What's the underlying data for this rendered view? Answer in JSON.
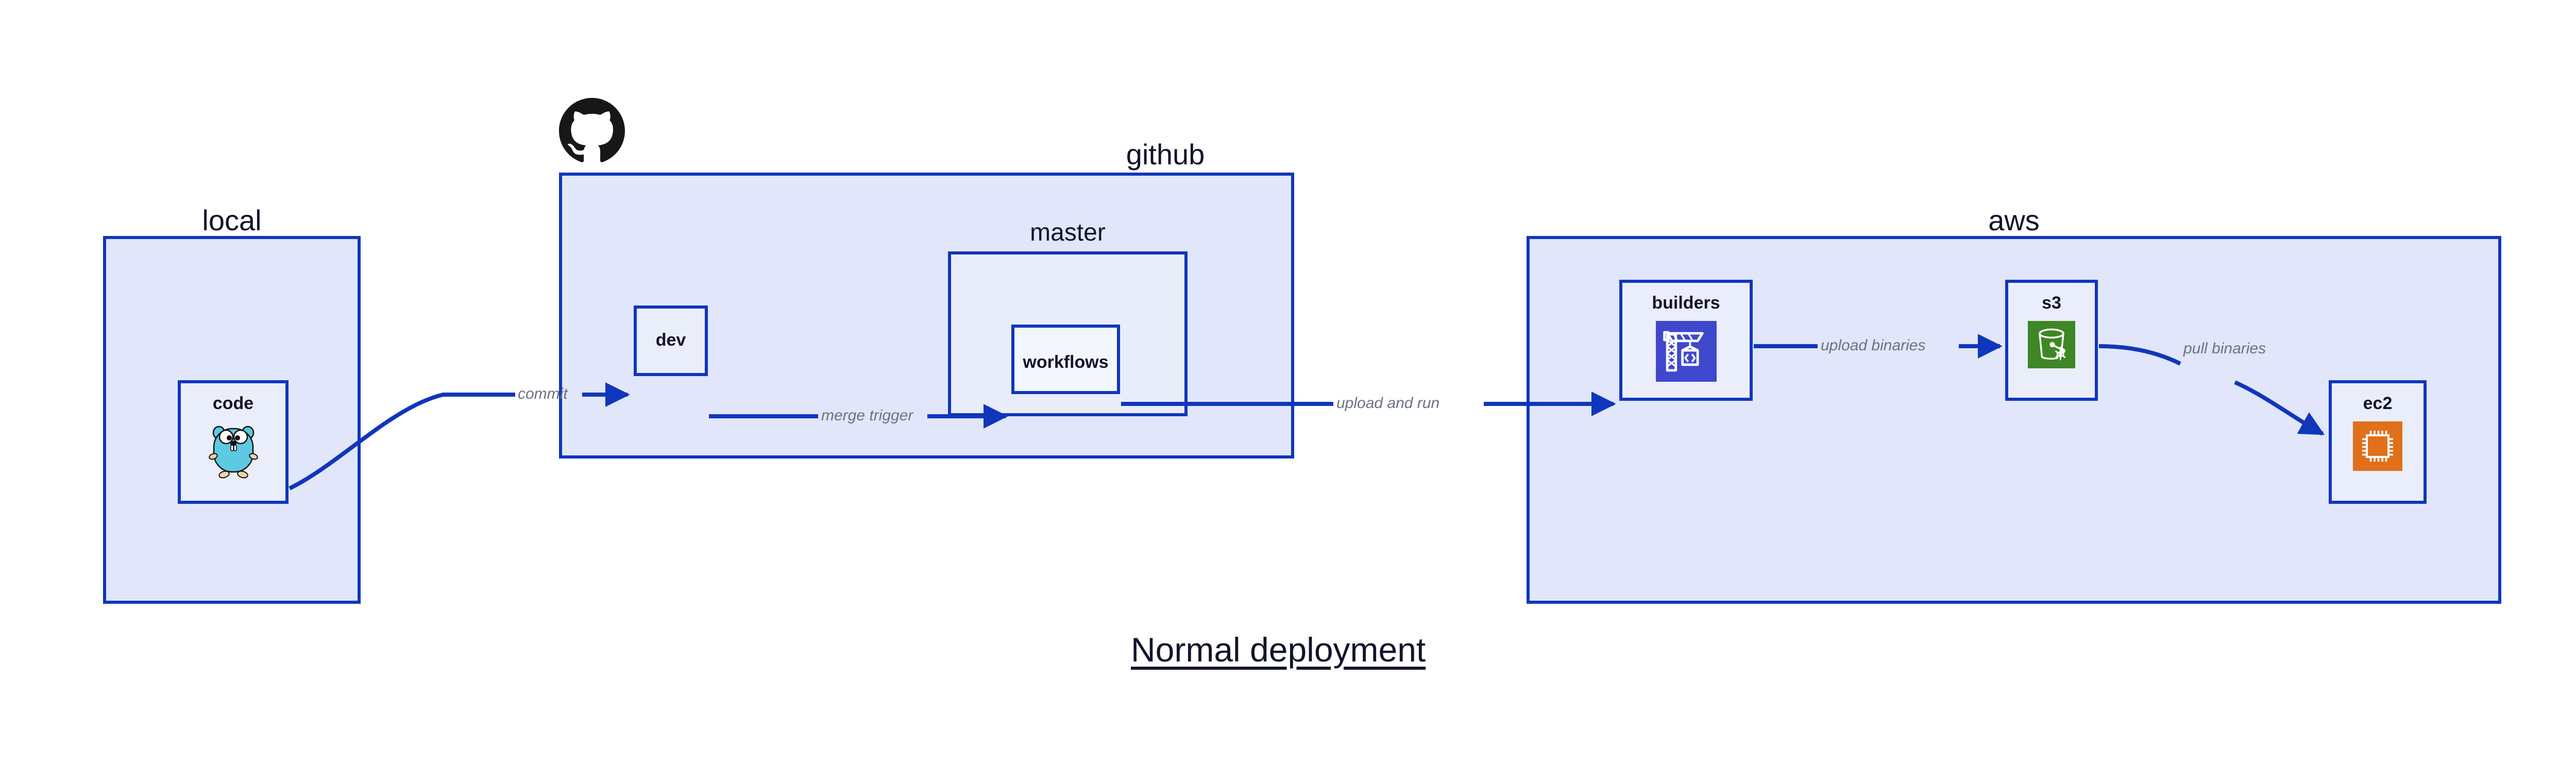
{
  "caption": "Normal deployment",
  "colors": {
    "group_border": "#1036bb",
    "group_fill": "#e1e6fa",
    "node_fill": "#eaeefb",
    "edge_stroke": "#1036bb",
    "edge_label_text": "#6b7280",
    "title_text": "#11142b",
    "aws_codebuild_icon": "#3f48cc",
    "aws_s3_icon": "#3f8624",
    "aws_ec2_icon": "#e0701a",
    "go_gopher_body": "#5dc9e2",
    "github_logo": "#181717"
  },
  "groups": [
    {
      "id": "local",
      "label": "local"
    },
    {
      "id": "github",
      "label": "github"
    },
    {
      "id": "master",
      "label": "master"
    },
    {
      "id": "aws",
      "label": "aws"
    }
  ],
  "nodes": [
    {
      "id": "code",
      "label": "code",
      "icon": "go-gopher-icon",
      "group": "local"
    },
    {
      "id": "dev",
      "label": "dev",
      "icon": null,
      "group": "github"
    },
    {
      "id": "workflows",
      "label": "workflows",
      "icon": null,
      "group": "master"
    },
    {
      "id": "builders",
      "label": "builders",
      "icon": "aws-codebuild-icon",
      "group": "aws"
    },
    {
      "id": "s3",
      "label": "s3",
      "icon": "aws-s3-icon",
      "group": "aws"
    },
    {
      "id": "ec2",
      "label": "ec2",
      "icon": "aws-ec2-icon",
      "group": "aws"
    }
  ],
  "edges": [
    {
      "id": "commit",
      "from": "code",
      "to": "dev",
      "label": "commit"
    },
    {
      "id": "merge-trigger",
      "from": "dev",
      "to": "workflows",
      "label": "merge trigger"
    },
    {
      "id": "upload-and-run",
      "from": "workflows",
      "to": "builders",
      "label": "upload and run"
    },
    {
      "id": "upload-binaries",
      "from": "builders",
      "to": "s3",
      "label": "upload binaries"
    },
    {
      "id": "pull-binaries",
      "from": "s3",
      "to": "ec2",
      "label": "pull binaries"
    }
  ],
  "logos": [
    {
      "id": "github-octocat",
      "name": "github-logo"
    }
  ]
}
